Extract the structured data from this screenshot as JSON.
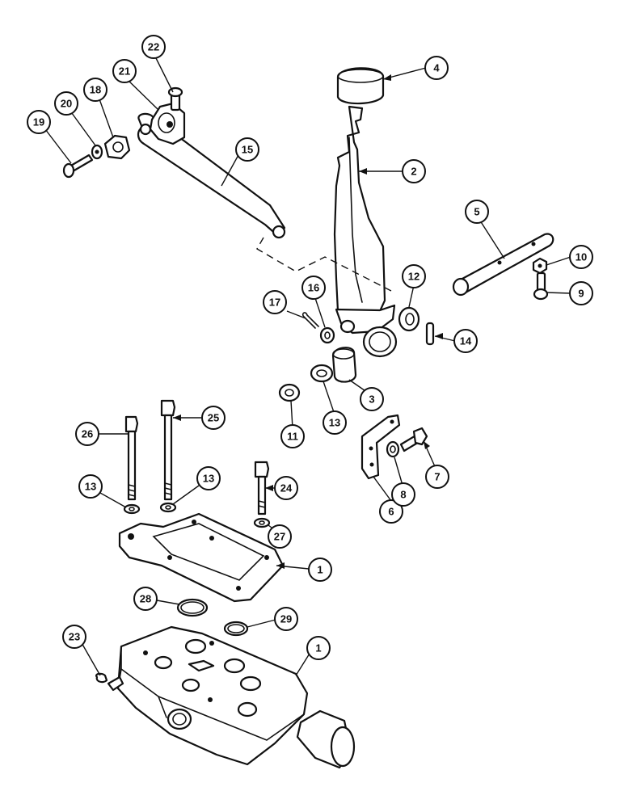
{
  "callouts": [
    {
      "id": "c1a",
      "label": "1"
    },
    {
      "id": "c1b",
      "label": "1"
    },
    {
      "id": "c2",
      "label": "2"
    },
    {
      "id": "c3",
      "label": "3"
    },
    {
      "id": "c4",
      "label": "4"
    },
    {
      "id": "c5",
      "label": "5"
    },
    {
      "id": "c6",
      "label": "6"
    },
    {
      "id": "c7",
      "label": "7"
    },
    {
      "id": "c8",
      "label": "8"
    },
    {
      "id": "c9",
      "label": "9"
    },
    {
      "id": "c10",
      "label": "10"
    },
    {
      "id": "c11",
      "label": "11"
    },
    {
      "id": "c12",
      "label": "12"
    },
    {
      "id": "c13a",
      "label": "13"
    },
    {
      "id": "c13b",
      "label": "13"
    },
    {
      "id": "c13c",
      "label": "13"
    },
    {
      "id": "c14",
      "label": "14"
    },
    {
      "id": "c15",
      "label": "15"
    },
    {
      "id": "c16",
      "label": "16"
    },
    {
      "id": "c17",
      "label": "17"
    },
    {
      "id": "c18",
      "label": "18"
    },
    {
      "id": "c19",
      "label": "19"
    },
    {
      "id": "c20",
      "label": "20"
    },
    {
      "id": "c21",
      "label": "21"
    },
    {
      "id": "c22",
      "label": "22"
    },
    {
      "id": "c23",
      "label": "23"
    },
    {
      "id": "c24",
      "label": "24"
    },
    {
      "id": "c25",
      "label": "25"
    },
    {
      "id": "c26",
      "label": "26"
    },
    {
      "id": "c27",
      "label": "27"
    },
    {
      "id": "c28",
      "label": "28"
    },
    {
      "id": "c29",
      "label": "29"
    }
  ],
  "colors": {
    "ink": "#111111",
    "paper": "#ffffff"
  }
}
